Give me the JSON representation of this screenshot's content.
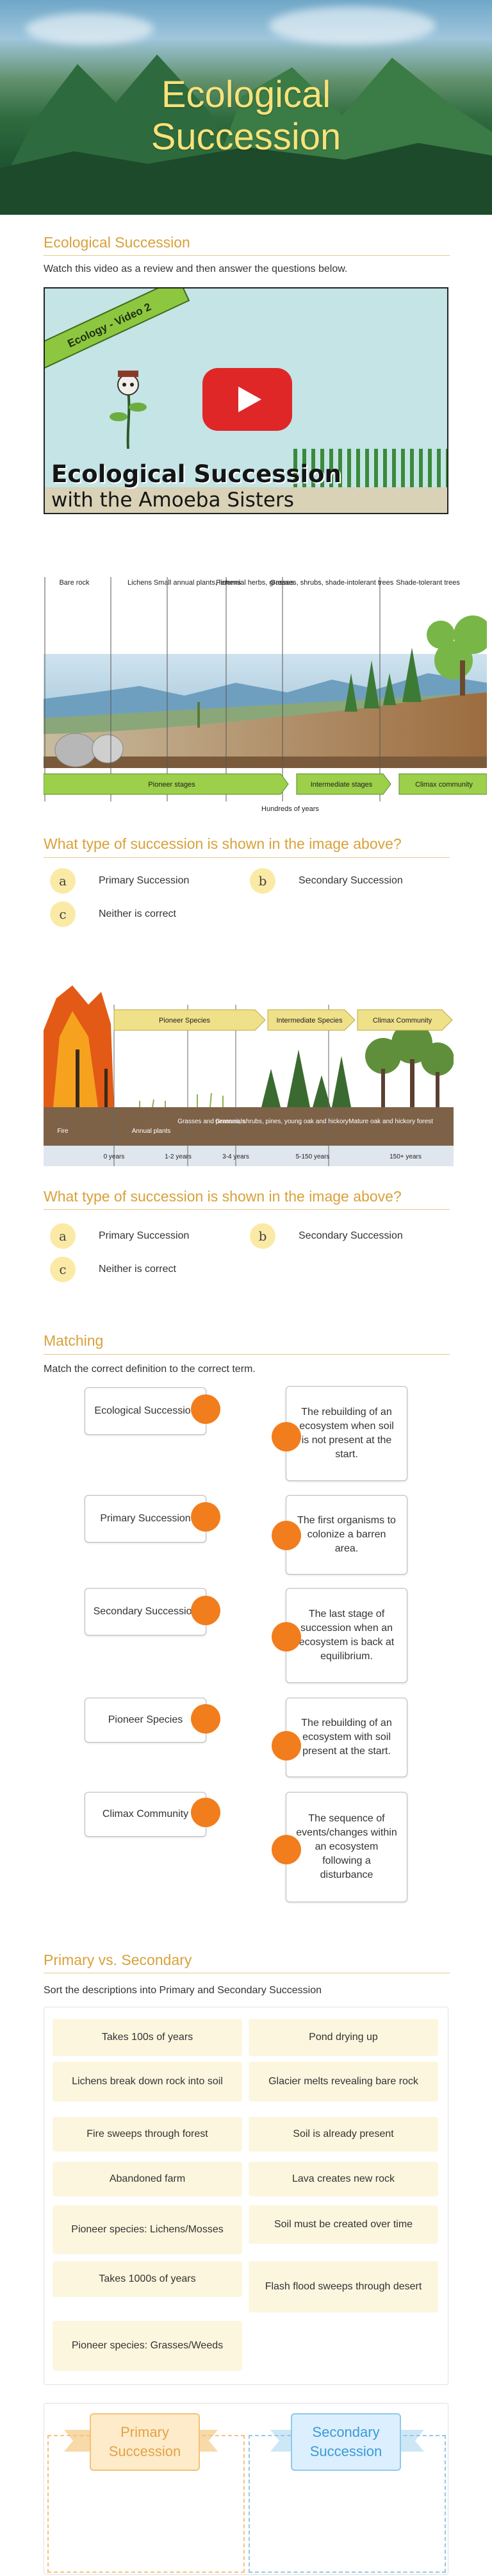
{
  "hero": {
    "title_line1": "Ecological",
    "title_line2": "Succession"
  },
  "video_section": {
    "title": "Ecological Succession",
    "instruction": "Watch this video as a review and then answer the questions below.",
    "video": {
      "banner": "Ecology - Video 2",
      "title": "Ecological Succession",
      "subtitle": "with the Amoeba Sisters",
      "icon": "play-icon"
    }
  },
  "figure1": {
    "stage_labels": [
      "Bare rock",
      "Lichens",
      "Small annual plants, lichens",
      "Perennial herbs, grasses",
      "Grasses, shrubs, shade-intolerant trees",
      "Shade-tolerant trees"
    ],
    "arrow_labels": [
      "Pioneer stages",
      "Intermediate stages",
      "Climax community"
    ],
    "axis_label": "Hundreds of years"
  },
  "question1": {
    "text": "What type of succession is shown in the image above?",
    "options": [
      {
        "letter": "a",
        "label": "Primary Succession"
      },
      {
        "letter": "b",
        "label": "Secondary Succession"
      },
      {
        "letter": "c",
        "label": "Neither is correct"
      }
    ]
  },
  "figure2": {
    "arrow_labels": [
      "Pioneer Species",
      "Intermediate Species",
      "Climax Community"
    ],
    "stage_labels": [
      "Fire",
      "Annual plants",
      "Grasses and perennials",
      "Grasses, shrubs, pines, young oak and hickory",
      "Mature oak and hickory forest"
    ],
    "time_labels": [
      "0 years",
      "1-2 years",
      "3-4 years",
      "5-150 years",
      "150+ years"
    ]
  },
  "question2": {
    "text": "What type of succession is shown in the image above?",
    "options": [
      {
        "letter": "a",
        "label": "Primary Succession"
      },
      {
        "letter": "b",
        "label": "Secondary Succession"
      },
      {
        "letter": "c",
        "label": "Neither is correct"
      }
    ]
  },
  "matching": {
    "title": "Matching",
    "instruction": "Match the correct definition to the correct term.",
    "terms": [
      "Ecological Succession",
      "Primary Succession",
      "Secondary Succession",
      "Pioneer Species",
      "Climax Community"
    ],
    "definitions": [
      "The rebuilding of an ecosystem when soil is not present at the start.",
      "The first organisms to colonize a barren area.",
      "The last stage of succession when an ecosystem is back at equilibrium.",
      "The rebuilding of an ecosystem with soil present at the start.",
      "The sequence of events/changes within an ecosystem following a disturbance"
    ]
  },
  "sorting": {
    "title": "Primary vs. Secondary",
    "instruction": "Sort the descriptions into Primary and Secondary Succession",
    "items": [
      "Takes 100s of years",
      "Pond drying up",
      "Lichens break down rock into soil",
      "Glacier melts revealing bare rock",
      "Fire sweeps through forest",
      "Soil is already present",
      "Abandoned farm",
      "Lava creates new rock",
      "Pioneer species: Lichens/Mosses",
      "Soil must be created over time",
      "Takes 1000s of years",
      "Flash flood sweeps through desert",
      "Pioneer species: Grasses/Weeds"
    ],
    "bins": [
      "Primary Succession",
      "Secondary Succession"
    ]
  },
  "colors": {
    "accent": "#d9a13a",
    "dot": "#f27d1d",
    "badge": "#fbeaa6",
    "primary_bin": "#f5c27a",
    "secondary_bin": "#8fc9ea"
  }
}
